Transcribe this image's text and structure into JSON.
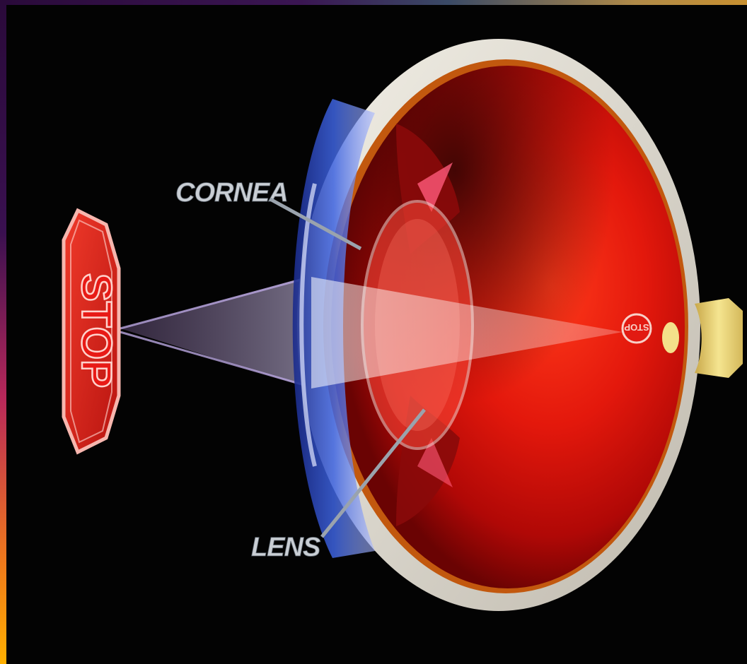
{
  "labels": {
    "cornea": "CORNEA",
    "lens": "LENS"
  },
  "objects": {
    "sign_text": "STOP",
    "retina_image_text": "STOP"
  },
  "colors": {
    "background": "#030303",
    "eye_interior": "#e0140c",
    "sign": "#d8201a",
    "cornea_tint": "#2d4fd0",
    "optic_nerve": "#e8d27a",
    "label_text": "#c9ced4"
  }
}
